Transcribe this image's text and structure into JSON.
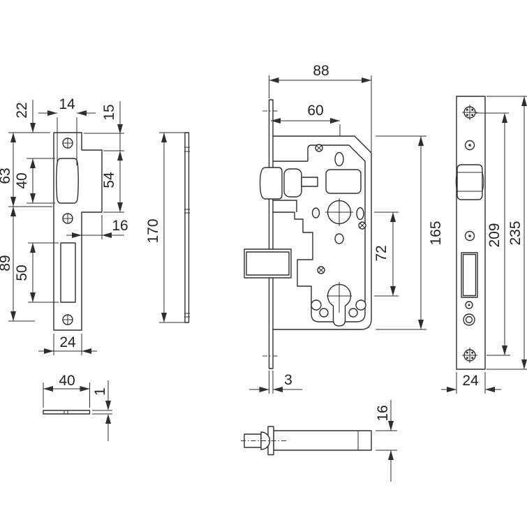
{
  "views": {
    "strike_plate_front": {
      "dim_22": "22",
      "dim_14": "14",
      "dim_15": "15",
      "dim_63": "63",
      "dim_40": "40",
      "dim_54": "54",
      "dim_16": "16",
      "dim_89": "89",
      "dim_50": "50",
      "dim_24": "24"
    },
    "strike_plate_side": {
      "dim_170": "170"
    },
    "strike_plate_edge": {
      "dim_40": "40",
      "dim_1": "1"
    },
    "lock_body": {
      "dim_88": "88",
      "dim_60": "60",
      "dim_165": "165",
      "dim_72": "72",
      "dim_3": "3"
    },
    "faceplate": {
      "dim_209": "209",
      "dim_235": "235",
      "dim_24": "24"
    },
    "lock_bottom": {
      "dim_16": "16"
    }
  },
  "colors": {
    "line": "#2e2e2e",
    "background": "#ffffff"
  }
}
